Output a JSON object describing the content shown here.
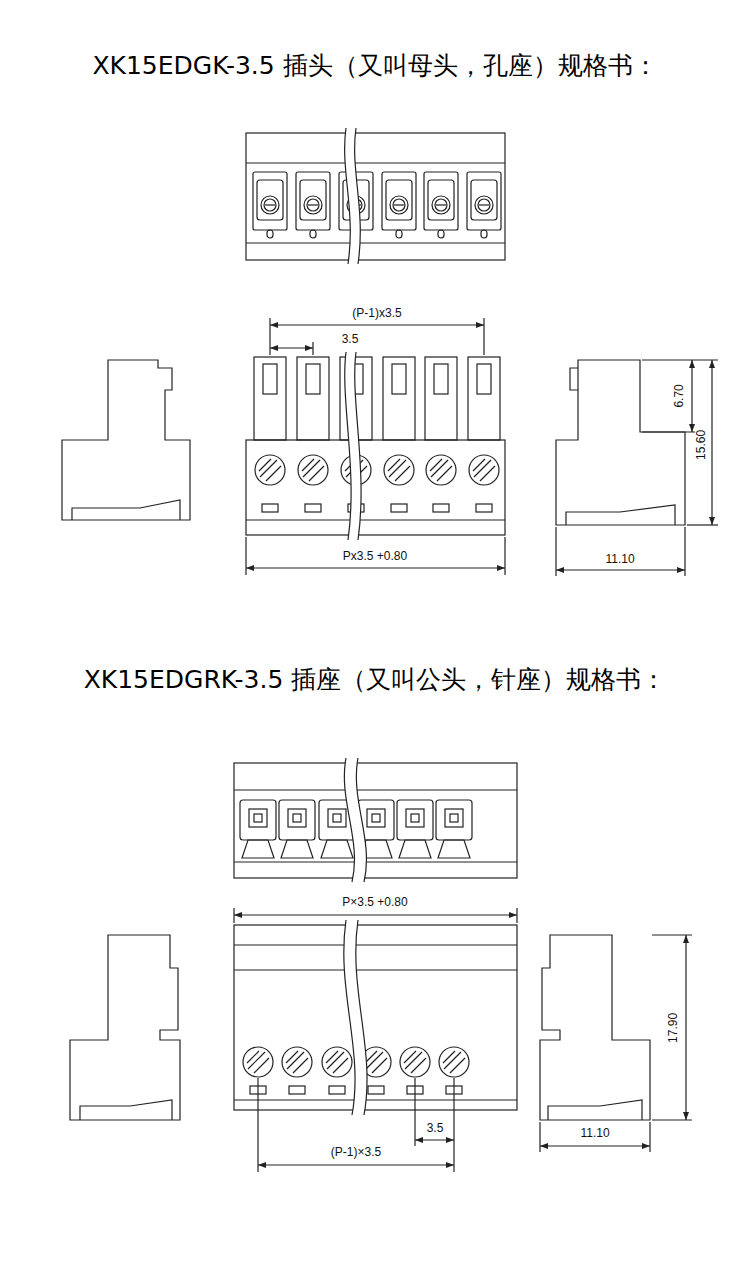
{
  "diagram": {
    "title": "XK15EDGK-3.5 插头（又叫母头，孔座）规格书：",
    "labels": [
      "(P-1)x3.5",
      "3.5",
      "6.70",
      "15.60",
      "Px3.5 +0.80",
      "11.10",
      "XK15EDGRK-3.5 插座（又叫公头，针座）规格书：",
      "P×3.5 +0.80",
      "17.90",
      "11.10",
      "3.5",
      "(P-1)×3.5"
    ]
  }
}
